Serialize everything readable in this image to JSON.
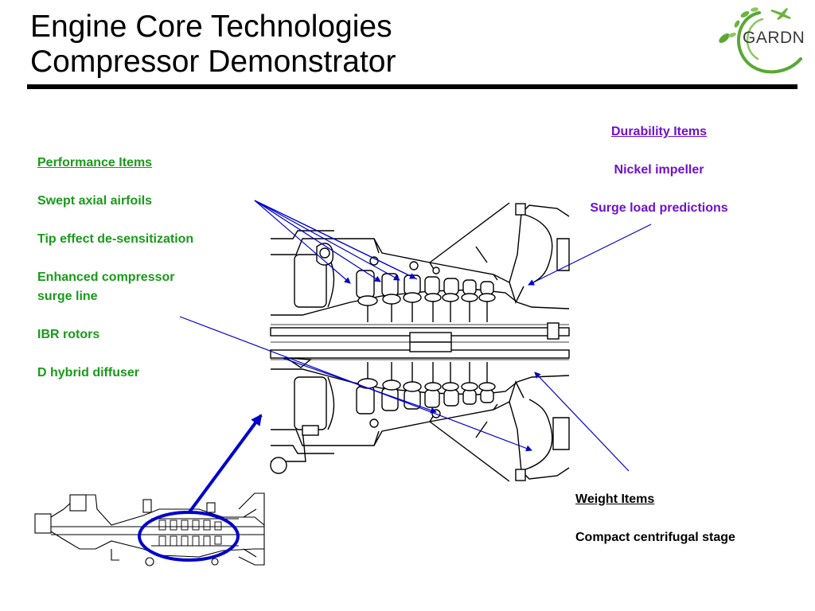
{
  "title": {
    "line1": "Engine Core Technologies",
    "line2": "Compressor Demonstrator"
  },
  "logo": {
    "text": "GARDN",
    "color": "#5aa832"
  },
  "performance": {
    "header": "Performance Items",
    "items": [
      "Swept axial airfoils",
      "Tip effect de-sensitization",
      "Enhanced compressor surge line",
      "IBR rotors",
      "D hybrid diffuser"
    ],
    "color": "#1a9a1a"
  },
  "durability": {
    "header": "Durability Items",
    "items": [
      "Nickel impeller",
      "Surge load predictions"
    ],
    "color": "#7010d0"
  },
  "weight": {
    "header": "Weight Items",
    "items": [
      "Compact centrifugal stage"
    ],
    "color": "#000000"
  },
  "callout_color": "#0000cc"
}
